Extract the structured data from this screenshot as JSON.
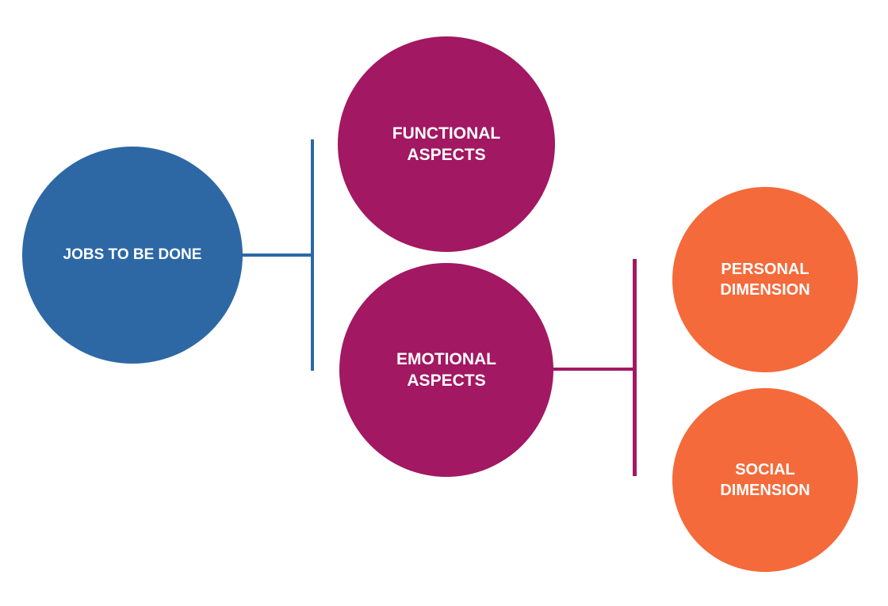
{
  "colors": {
    "root": "#2d68a5",
    "aspects": "#a21862",
    "dimensions": "#f46a3a",
    "background": "#ffffff"
  },
  "diagram": {
    "root": {
      "label": "JOBS TO BE DONE"
    },
    "aspects": [
      {
        "label": "FUNCTIONAL ASPECTS"
      },
      {
        "label": "EMOTIONAL ASPECTS"
      }
    ],
    "dimensions": [
      {
        "label": "PERSONAL DIMENSION"
      },
      {
        "label": "SOCIAL DIMENSION"
      }
    ]
  }
}
